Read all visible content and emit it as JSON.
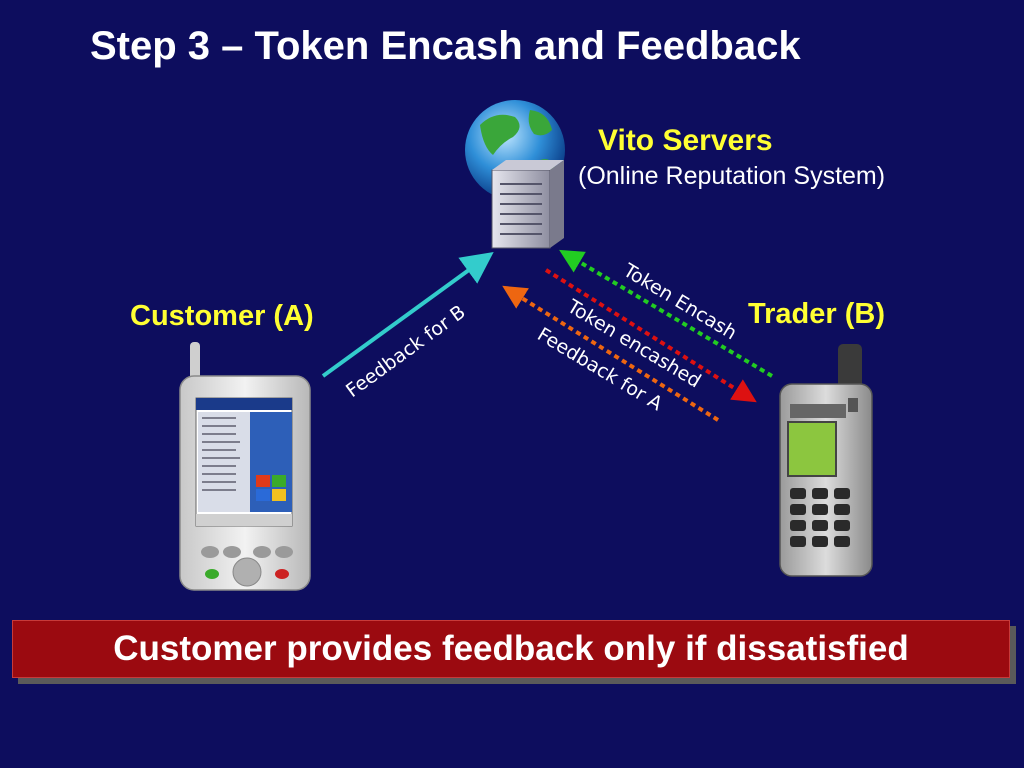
{
  "title": "Step 3 – Token Encash and Feedback",
  "server": {
    "name": "Vito Servers",
    "subtitle": "(Online Reputation System)",
    "icon": "globe-server-icon"
  },
  "customer": {
    "label": "Customer (A)",
    "device_icon": "pda-icon"
  },
  "trader": {
    "label": "Trader (B)",
    "device_icon": "mobile-phone-icon"
  },
  "flows": {
    "feedback_for_b": "Feedback for B",
    "token_encash": "Token Encash",
    "token_encashed": "Token encashed",
    "feedback_for_a": "Feedback for A"
  },
  "banner": "Customer provides feedback only if dissatisfied",
  "colors": {
    "background": "#0d0d5e",
    "highlight": "#ffff33",
    "banner": "#9b0a10",
    "arrow_feedback_b": "#33cccc",
    "arrow_token_encash": "#22cc22",
    "arrow_token_encashed": "#dd1111",
    "arrow_feedback_a": "#ee6611"
  }
}
